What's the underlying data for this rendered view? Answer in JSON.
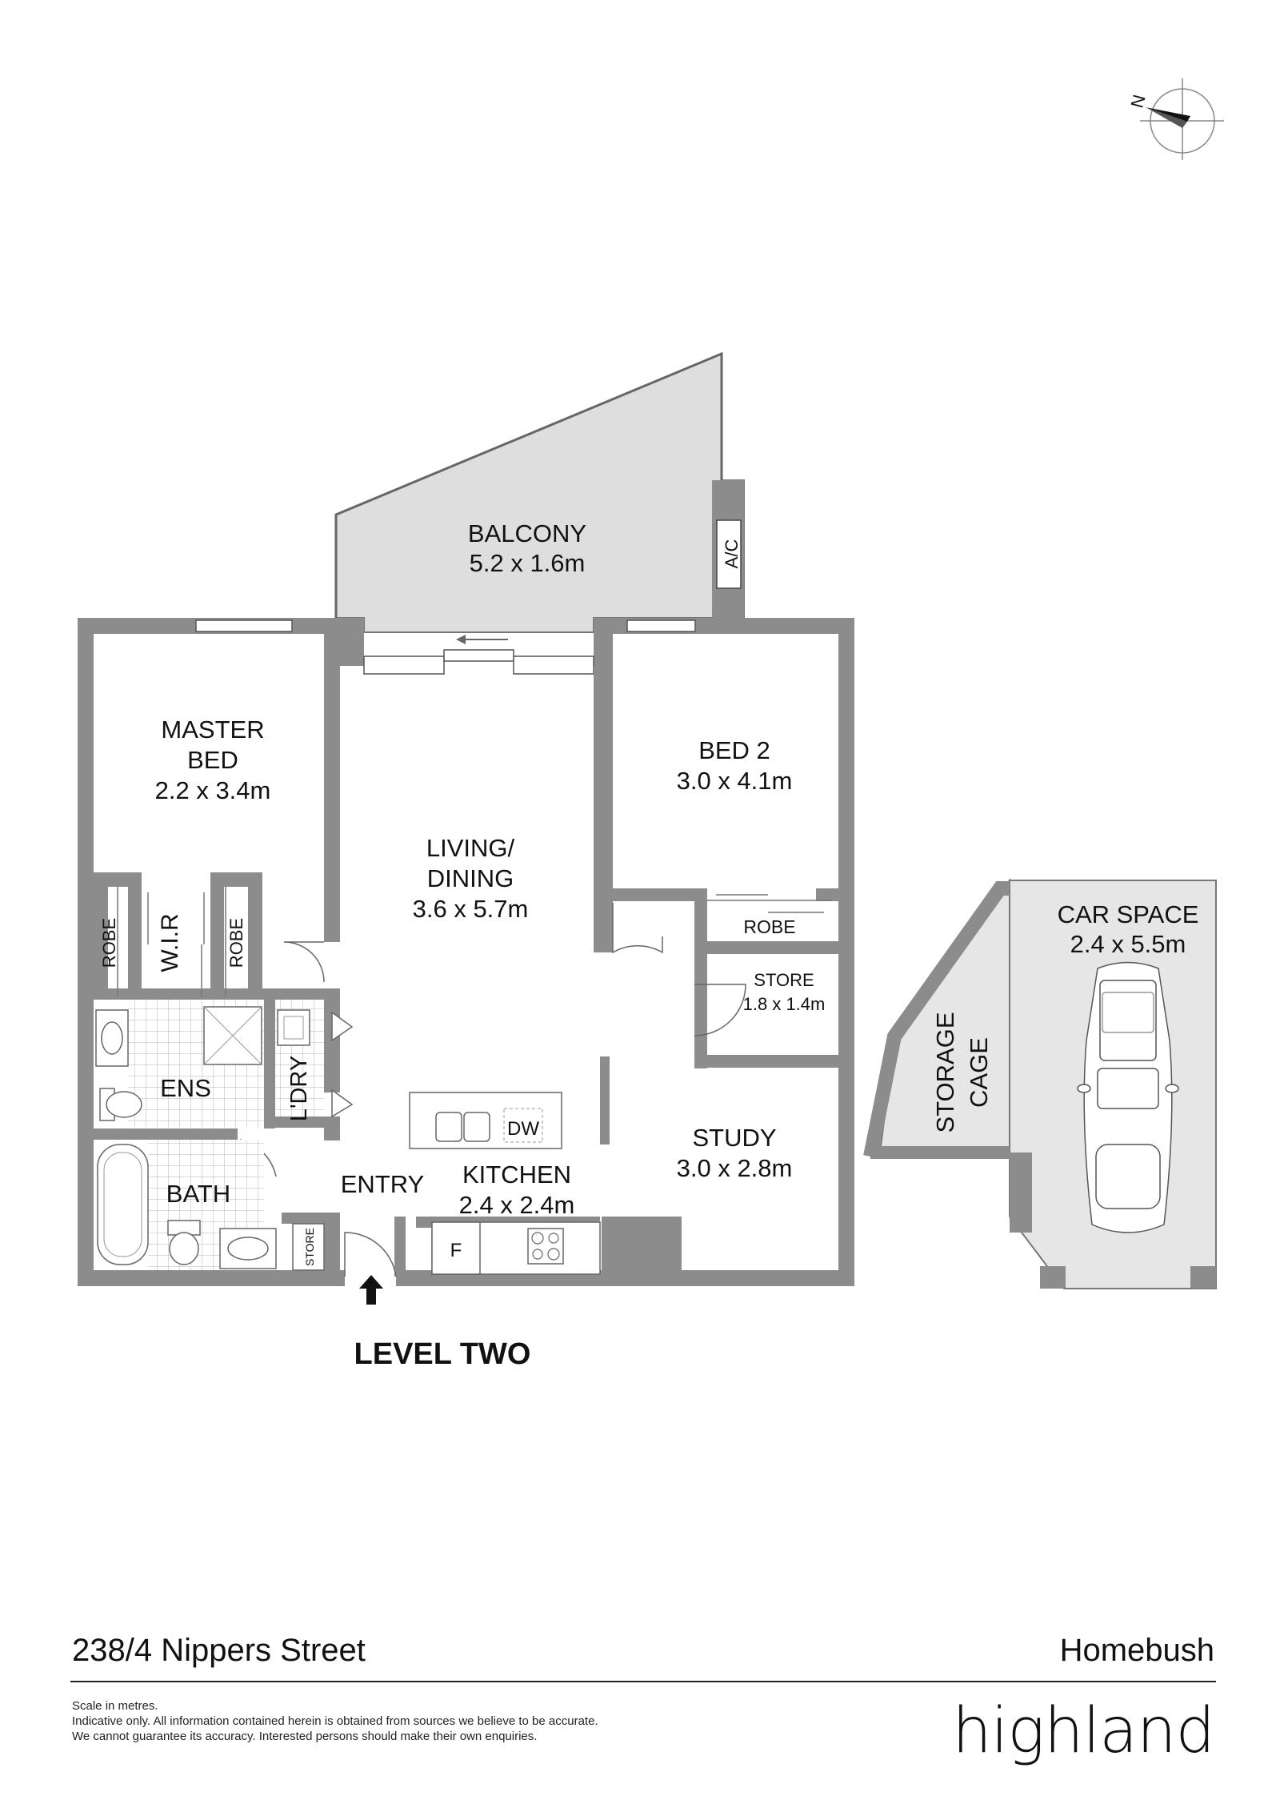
{
  "compass": {
    "label": "N",
    "icon": "compass-north-icon"
  },
  "rooms": {
    "balcony": {
      "name": "BALCONY",
      "size": "5.2 x 1.6m"
    },
    "ac": {
      "name": "A/C"
    },
    "master": {
      "name1": "MASTER",
      "name2": "BED",
      "size": "2.2 x 3.4m"
    },
    "living": {
      "name1": "LIVING/",
      "name2": "DINING",
      "size": "3.6 x 5.7m"
    },
    "bed2": {
      "name": "BED 2",
      "size": "3.0 x 4.1m"
    },
    "robe_left": {
      "name": "ROBE"
    },
    "wir": {
      "name": "W.I.R"
    },
    "robe_right": {
      "name": "ROBE"
    },
    "robe_bed2": {
      "name": "ROBE"
    },
    "store_mid": {
      "name": "STORE",
      "size": "1.8 x 1.4m"
    },
    "ens": {
      "name": "ENS"
    },
    "ldry": {
      "name": "L'DRY"
    },
    "dw": {
      "name": "DW"
    },
    "bath": {
      "name": "BATH"
    },
    "entry": {
      "name": "ENTRY"
    },
    "kitchen": {
      "name": "KITCHEN",
      "size": "2.4 x 2.4m"
    },
    "study": {
      "name": "STUDY",
      "size": "3.0 x 2.8m"
    },
    "fridge": {
      "name": "F"
    },
    "store_small": {
      "name": "STORE"
    },
    "car_space": {
      "name": "CAR SPACE",
      "size": "2.4 x 5.5m"
    },
    "storage_cage": {
      "name1": "STORAGE",
      "name2": "CAGE"
    }
  },
  "level": "LEVEL TWO",
  "footer": {
    "address": "238/4 Nippers Street",
    "suburb": "Homebush",
    "disclaimer": [
      "Scale in metres.",
      "Indicative only. All information contained herein is obtained from sources we believe to be accurate.",
      "We cannot guarantee its accuracy. Interested persons should make their own enquiries."
    ],
    "brand": "highland"
  },
  "colors": {
    "wall": "#8c8c8c",
    "balcony_fill": "#dedede",
    "text": "#111111"
  }
}
